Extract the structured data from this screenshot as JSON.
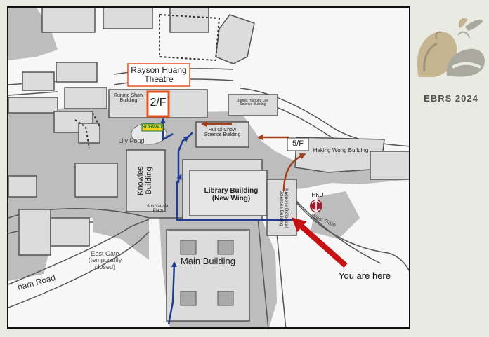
{
  "map": {
    "labels": {
      "rayson_line1": "Rayson Huang",
      "rayson_line2": "Theatre",
      "floor_2f": "2/F",
      "floor_5f": "5/F",
      "runme_line1": "Runme Shaw",
      "runme_line2": "Building",
      "james_line1": "James Hsioung Lee",
      "james_line2": "Science Building",
      "huiohchow_line1": "Hui Oi Chow",
      "huiohchow_line2": "Science Building",
      "subway": "SUBWAY",
      "lily_pond": "Lily Pond",
      "knowles_line1": "Knowles",
      "knowles_line2": "Building",
      "library_line1": "Library Building",
      "library_line2": "(New Wing)",
      "haking": "Haking Wong Building",
      "kadoorie_line1": "Kadoorie Biological",
      "kadoorie_line2": "Sciences Building",
      "hku": "HKU",
      "west_gate": "West Gate",
      "sunyatsen_line1": "Sun Yat-sen",
      "sunyatsen_line2": "Place",
      "main_building": "Main Building",
      "east_gate_line1": "East Gate",
      "east_gate_line2": "(temporarily",
      "east_gate_line3": "closed)",
      "road": "ham Road",
      "you_are_here": "You are here"
    },
    "icons": {
      "mtr": "mtr-logo-icon",
      "arrow_here": "red-pointer-arrow-icon",
      "route": "route-arrows-icon"
    },
    "colors": {
      "building": "#dcdcdc",
      "building_outline": "#555555",
      "terrain": "#bdbdbd",
      "road": "#f7f7f7",
      "route_blue": "#1f3c96",
      "route_brown": "#a0401c",
      "pointer_red": "#c81212",
      "highlight_orange": "#e8541f",
      "mtr_red": "#9c2030"
    }
  },
  "brand": {
    "name": "EBRS 2024",
    "logo": "ebrs-logo-icon"
  }
}
